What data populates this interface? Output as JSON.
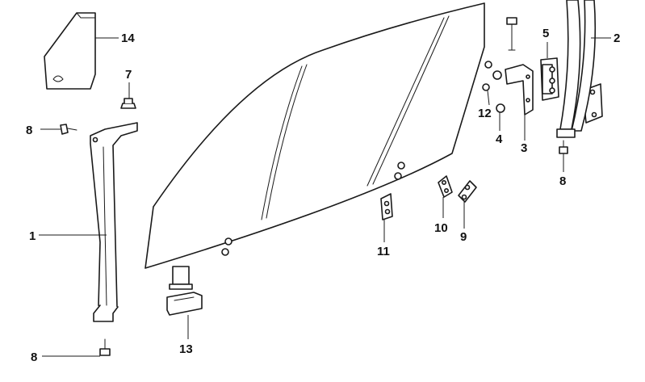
{
  "callouts": [
    {
      "id": "c1",
      "label": "1"
    },
    {
      "id": "c2",
      "label": "2"
    },
    {
      "id": "c3",
      "label": "3"
    },
    {
      "id": "c4",
      "label": "4"
    },
    {
      "id": "c5",
      "label": "5"
    },
    {
      "id": "c7",
      "label": "7"
    },
    {
      "id": "c8a",
      "label": "8"
    },
    {
      "id": "c8b",
      "label": "8"
    },
    {
      "id": "c8c",
      "label": "8"
    },
    {
      "id": "c9",
      "label": "9"
    },
    {
      "id": "c10",
      "label": "10"
    },
    {
      "id": "c11",
      "label": "11"
    },
    {
      "id": "c12",
      "label": "12"
    },
    {
      "id": "c13",
      "label": "13"
    },
    {
      "id": "c14",
      "label": "14"
    }
  ],
  "colors": {
    "ink": "#1a1a1a",
    "background": "#ffffff"
  }
}
